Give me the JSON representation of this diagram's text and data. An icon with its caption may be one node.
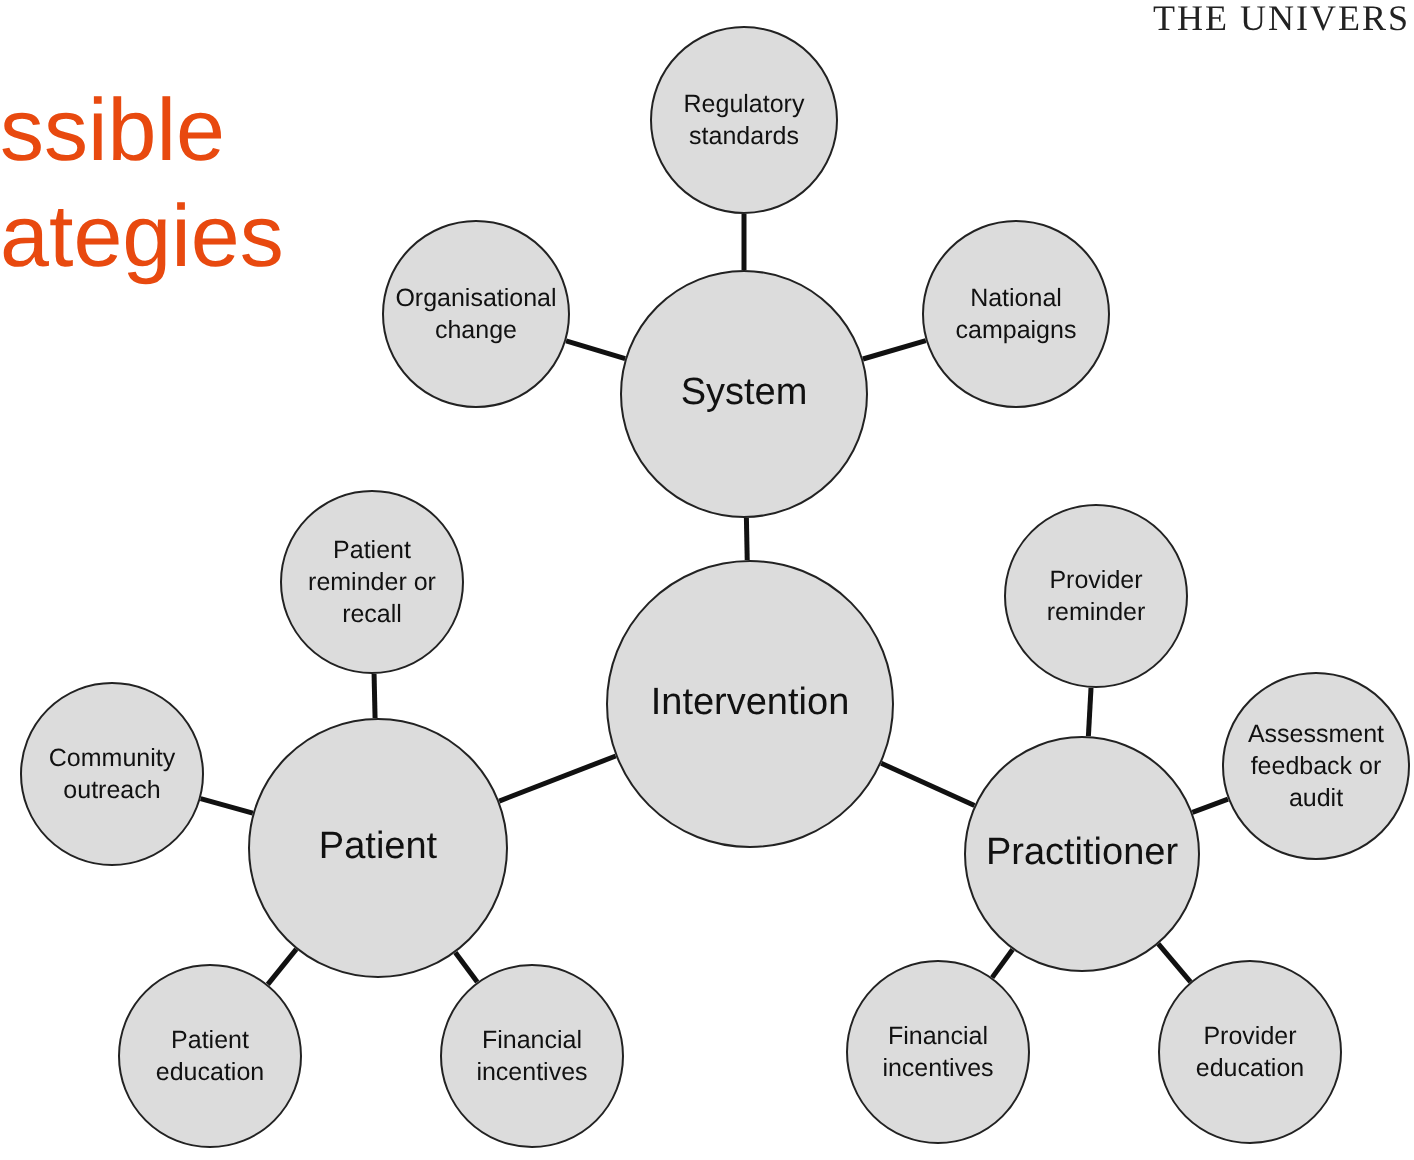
{
  "diagram": {
    "title": "ssible ategies",
    "nodes": [
      {
        "text": [
          "Regulatory standards"
        ]
      },
      {
        "text": [
          "Organisational change"
        ]
      },
      {
        "text": [
          "National campaigns"
        ]
      },
      {
        "text": [
          "System"
        ]
      },
      {
        "text": [
          "Patient reminder or recall"
        ]
      },
      {
        "text": [
          "Provider reminder"
        ]
      },
      {
        "text": [
          "Intervention"
        ]
      },
      {
        "text": [
          "Community outreach"
        ]
      },
      {
        "text": [
          "Assessment feedback or audit"
        ]
      },
      {
        "text": [
          "Patient"
        ]
      },
      {
        "text": [
          "Practitioner"
        ]
      },
      {
        "text": [
          "Patient education"
        ]
      },
      {
        "text": [
          "Financial incentives"
        ]
      },
      {
        "text": [
          "Financial incentives"
        ]
      },
      {
        "text": [
          "Provider education"
        ]
      }
    ],
    "edges": [
      {
        "from": 3,
        "to": 0,
        "arrow": "none"
      },
      {
        "from": 3,
        "to": 1,
        "arrow": "none"
      },
      {
        "from": 3,
        "to": 2,
        "arrow": "none"
      },
      {
        "from": 6,
        "to": 3,
        "arrow": "none"
      },
      {
        "from": 6,
        "to": 9,
        "arrow": "none"
      },
      {
        "from": 6,
        "to": 10,
        "arrow": "none"
      },
      {
        "from": 9,
        "to": 4,
        "arrow": "none"
      },
      {
        "from": 9,
        "to": 7,
        "arrow": "none"
      },
      {
        "from": 9,
        "to": 11,
        "arrow": "none"
      },
      {
        "from": 9,
        "to": 12,
        "arrow": "none"
      },
      {
        "from": 10,
        "to": 5,
        "arrow": "none"
      },
      {
        "from": 10,
        "to": 8,
        "arrow": "none"
      },
      {
        "from": 10,
        "to": 13,
        "arrow": "none"
      },
      {
        "from": 10,
        "to": 14,
        "arrow": "none"
      }
    ],
    "labels": [
      "THE UNIVERS"
    ]
  }
}
